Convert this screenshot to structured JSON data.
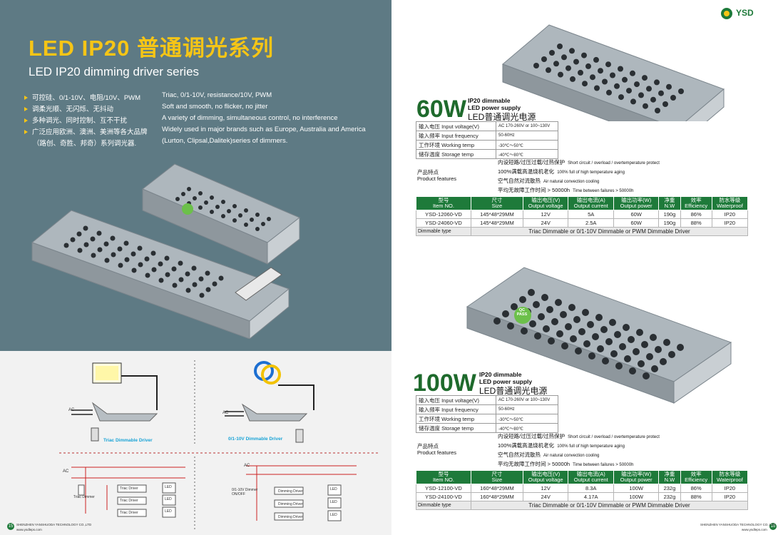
{
  "left": {
    "title_cn": "LED IP20 普通调光系列",
    "title_en": "LED IP20 dimming driver series",
    "features_cn": [
      "可控硅、0/1-10V、电阻/10V、PWM",
      "调柔光顺、无闪烁、无抖动",
      "多种调光、同时控制、互不干扰",
      "广泛应用欧洲、澳洲、美洲等各大品牌",
      "（路创、奇胜、邦奇）系列调光器."
    ],
    "features_en": [
      "Triac, 0/1-10V, resistance/10V, PWM",
      "Soft and smooth, no flicker, no jitter",
      "A variety of dimming, simultaneous control, no interference",
      "Widely used in major brands such as Europe, Australia and America",
      "(Lurton, Clipsal,Dalitek)series of dimmers."
    ],
    "wiring": {
      "triac_label": "Triac Dimmable Driver",
      "v010_label": "0/1-10V Dimmable Driver",
      "ac": "AC",
      "driver": "Triac Driver",
      "dimming_driver": "Dimming Driver",
      "led": "LED",
      "triac_dimmer": "Triac Dimmer",
      "dim_switch": "0/1-10V Dimmer\nON/OFF"
    },
    "footer_company": "SHENZHEN YANSHUODA TECHNOLOGY CO.,LTD",
    "footer_url": "www.ysdleps.com",
    "page_number": "15"
  },
  "right": {
    "logo": "YSD",
    "footer_company": "SHENZHEN YANSHUODA TECHNOLOGY CO.,LTD",
    "footer_url": "www.ysdleps.com",
    "page_number": "16",
    "qc_label": "QC\nPASS",
    "products": [
      {
        "watt": "60W",
        "dim_en_1": "IP20 dimmable",
        "dim_en_2": "LED power supply",
        "dim_cn": "LED普通调光电源",
        "specs": [
          {
            "label": "输入电压 Input voltage(V)",
            "value": "AC 170-260V or 100~130V"
          },
          {
            "label": "输入频率 Input frequency",
            "value": "50-60Hz"
          },
          {
            "label": "工作环境 Working temp",
            "value": "-30℃～50℃"
          },
          {
            "label": "储存温度 Storage temp",
            "value": "-40℃～80℃"
          }
        ],
        "feature_label_cn": "产品特点",
        "feature_label_en": "Product features",
        "features": [
          {
            "cn": "内设短路/过压过载/过热保护",
            "en": "Short circuit / overload / overtemperature protect"
          },
          {
            "cn": "100%满载高温烧机老化",
            "en": "100% full of high temperature aging"
          },
          {
            "cn": "空气自然对流散热",
            "en": "Air natural convection cooling"
          },
          {
            "cn": "平均无故障工作时间 > 50000h",
            "en": "Time between failures > 50000h"
          }
        ],
        "headers": [
          {
            "cn": "型号",
            "en": "Item NO."
          },
          {
            "cn": "尺寸",
            "en": "Size"
          },
          {
            "cn": "输出电压(V)",
            "en": "Output voltage"
          },
          {
            "cn": "输出电流(A)",
            "en": "Output current"
          },
          {
            "cn": "输出功率(W)",
            "en": "Output power"
          },
          {
            "cn": "净重",
            "en": "N.W"
          },
          {
            "cn": "效率",
            "en": "Efficiency"
          },
          {
            "cn": "防水等级",
            "en": "Waterproof"
          }
        ],
        "rows": [
          [
            "YSD-12060-VD",
            "145*48*29MM",
            "12V",
            "5A",
            "60W",
            "190g",
            "86%",
            "IP20"
          ],
          [
            "YSD-24060-VD",
            "145*48*29MM",
            "24V",
            "2.5A",
            "60W",
            "190g",
            "88%",
            "IP20"
          ]
        ],
        "dimmable_label": "Dimmable type",
        "dimmable_value": "Triac Dimmable or 0/1-10V Dimmable or PWM Dimmable  Driver"
      },
      {
        "watt": "100W",
        "dim_en_1": "IP20 dimmable",
        "dim_en_2": "LED power supply",
        "dim_cn": "LED普通调光电源",
        "specs": [
          {
            "label": "输入电压 Input voltage(V)",
            "value": "AC 170-260V or 100~130V"
          },
          {
            "label": "输入频率 Input frequency",
            "value": "50-60Hz"
          },
          {
            "label": "工作环境 Working temp",
            "value": "-30℃～50℃"
          },
          {
            "label": "储存温度 Storage temp",
            "value": "-40℃～80℃"
          }
        ],
        "feature_label_cn": "产品特点",
        "feature_label_en": "Product features",
        "features": [
          {
            "cn": "内设短路/过压过载/过热保护",
            "en": "Short circuit / overload / overtemperature protect"
          },
          {
            "cn": "100%满载高温烧机老化",
            "en": "100% full of high temperature aging"
          },
          {
            "cn": "空气自然对流散热",
            "en": "Air natural convection cooling"
          },
          {
            "cn": "平均无故障工作时间 > 50000h",
            "en": "Time between failures > 50000h"
          }
        ],
        "headers": [
          {
            "cn": "型号",
            "en": "Item NO."
          },
          {
            "cn": "尺寸",
            "en": "Size"
          },
          {
            "cn": "输出电压(V)",
            "en": "Output voltage"
          },
          {
            "cn": "输出电流(A)",
            "en": "Output current"
          },
          {
            "cn": "输出功率(W)",
            "en": "Output power"
          },
          {
            "cn": "净重",
            "en": "N.W"
          },
          {
            "cn": "效率",
            "en": "Efficiency"
          },
          {
            "cn": "防水等级",
            "en": "Waterproof"
          }
        ],
        "rows": [
          [
            "YSD-12100-VD",
            "160*48*29MM",
            "12V",
            "8.3A",
            "100W",
            "232g",
            "86%",
            "IP20"
          ],
          [
            "YSD-24100-VD",
            "160*48*29MM",
            "24V",
            "4.17A",
            "100W",
            "232g",
            "88%",
            "IP20"
          ]
        ],
        "dimmable_label": "Dimmable type",
        "dimmable_value": "Triac Dimmable or 0/1-10V Dimmable or PWM Dimmable  Driver"
      }
    ]
  },
  "colors": {
    "left_bg": "#5e7a84",
    "title_yellow": "#f6c516",
    "brand_green": "#1e7a3a",
    "watt_green": "#1e6a2c",
    "wire_blue": "#19a3d6"
  }
}
